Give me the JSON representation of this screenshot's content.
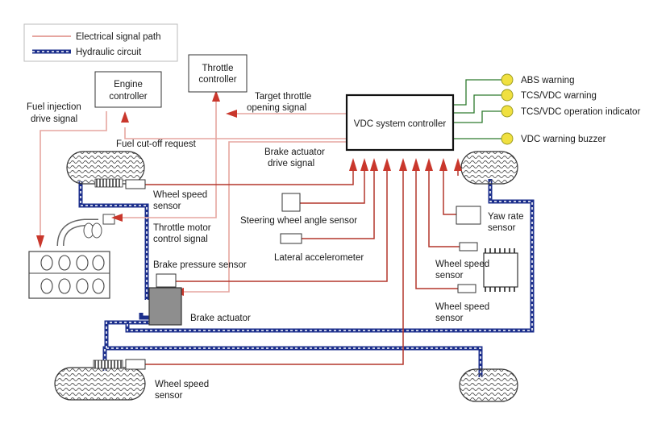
{
  "legend": {
    "electrical": "Electrical signal path",
    "hydraulic": "Hydraulic circuit"
  },
  "components": {
    "engine_controller": [
      "Engine",
      "controller"
    ],
    "throttle_controller": [
      "Throttle",
      "controller"
    ],
    "vdc_controller": "VDC system controller",
    "brake_actuator": "Brake actuator"
  },
  "signals": {
    "fuel_injection": [
      "Fuel injection",
      "drive signal"
    ],
    "target_throttle": [
      "Target throttle",
      "opening signal"
    ],
    "fuel_cutoff": "Fuel cut-off request",
    "brake_actuator_drive": [
      "Brake actuator",
      "drive signal"
    ],
    "throttle_motor": [
      "Throttle motor",
      "control signal"
    ]
  },
  "sensors": {
    "wheel_speed_fl": [
      "Wheel speed",
      "sensor"
    ],
    "wheel_speed_fr": [
      "Wheel speed",
      "sensor"
    ],
    "wheel_speed_rr": [
      "Wheel speed",
      "sensor"
    ],
    "wheel_speed_rl": [
      "Wheel speed",
      "sensor"
    ],
    "steering_angle": "Steering wheel angle sensor",
    "lateral_accel": "Lateral accelerometer",
    "yaw_rate": [
      "Yaw rate",
      "sensor"
    ],
    "brake_pressure": "Brake pressure sensor"
  },
  "indicators": [
    {
      "label": "ABS warning",
      "color": "#f0e040"
    },
    {
      "label": "TCS/VDC warning",
      "color": "#f0e040"
    },
    {
      "label": "TCS/VDC operation indicator",
      "color": "#f0e040"
    },
    {
      "label": "VDC warning buzzer",
      "color": "#f0e040"
    }
  ],
  "colors": {
    "electrical": "#b3362c",
    "hydraulic": "#1c2f8c",
    "indicator_line": "#2d7a2d"
  }
}
